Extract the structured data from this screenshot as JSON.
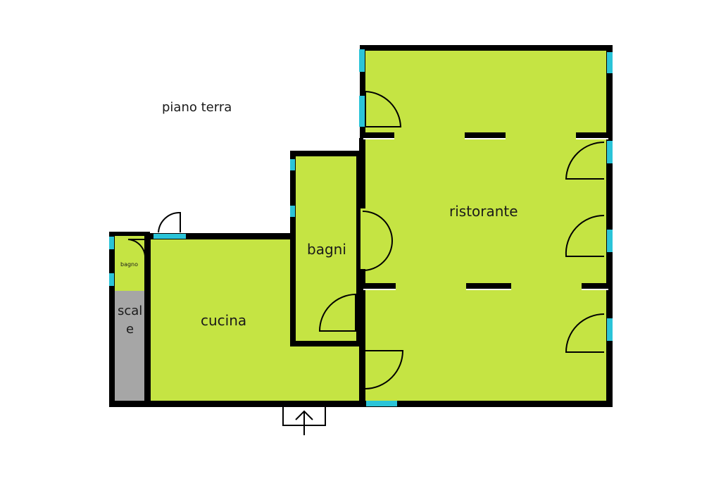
{
  "floor_label": "piano terra",
  "rooms": {
    "ristorante": "ristorante",
    "bagni": "bagni",
    "cucina": "cucina",
    "bagno": "bagno",
    "scale_line1": "scal",
    "scale_line2": "e"
  },
  "colors": {
    "room_fill": "#c5e443",
    "stairs_fill": "#a6a6a6",
    "wall": "#000000",
    "window": "#2bc4d8",
    "background": "#ffffff"
  },
  "entrance_icon": "entrance-arrow-icon"
}
